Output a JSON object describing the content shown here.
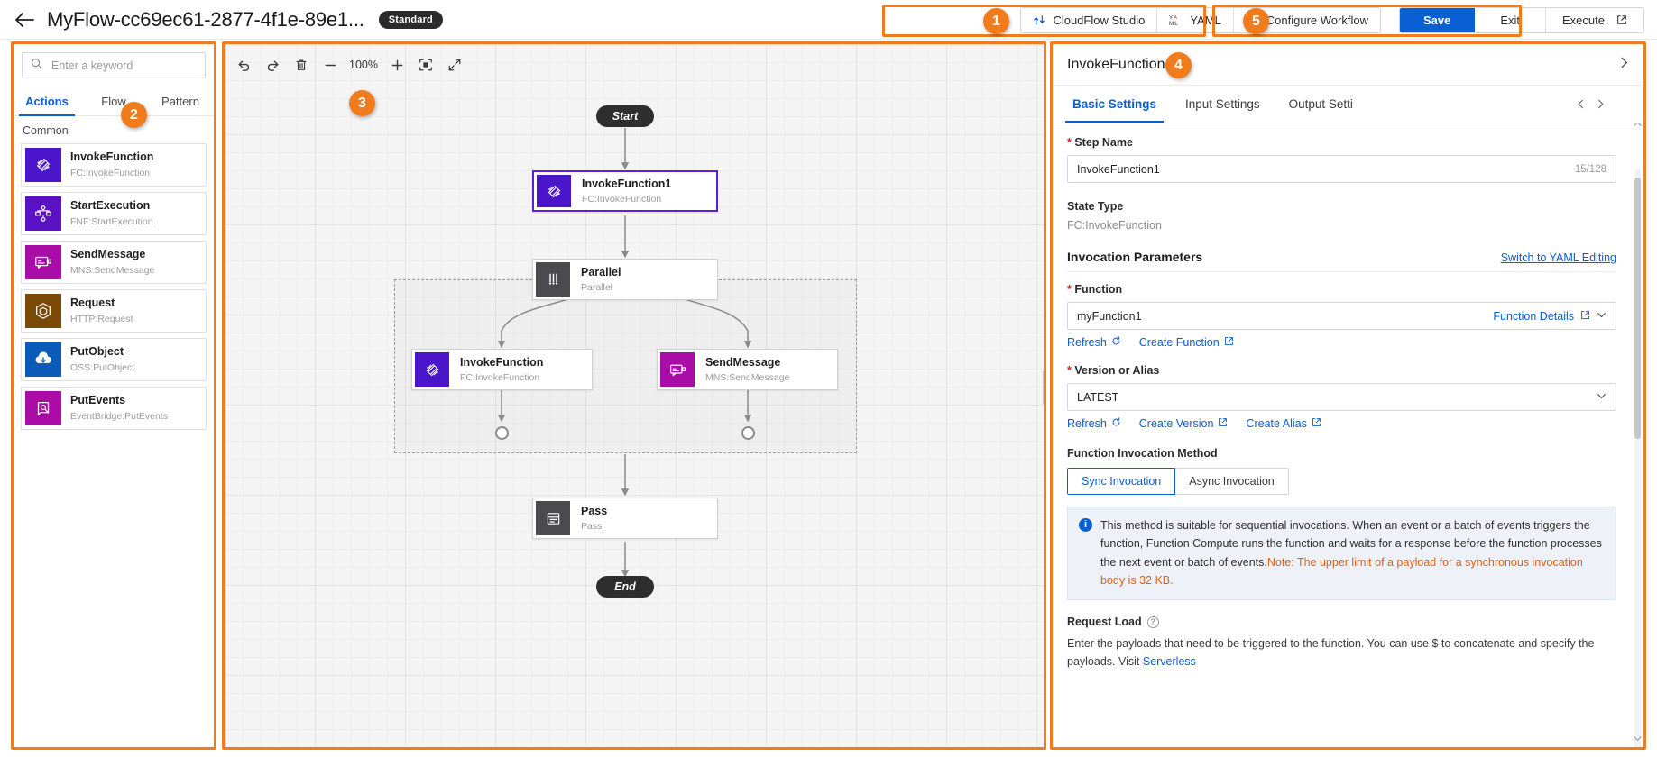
{
  "topbar": {
    "back_icon": "arrow-left-icon",
    "title": "MyFlow-cc69ec61-2877-4f1e-89e1...",
    "badge": "Standard",
    "group1": [
      {
        "label": "CloudFlow Studio",
        "icon": "cloudflow-studio-icon"
      },
      {
        "label": "YAML",
        "icon": "yaml-icon"
      },
      {
        "label": "Configure Workflow",
        "icon": "sliders-icon"
      }
    ],
    "group2": [
      {
        "label": "Save",
        "icon": "",
        "primary": true
      },
      {
        "label": "Exit",
        "icon": ""
      },
      {
        "label": "Execute",
        "icon": "external-link-icon"
      }
    ]
  },
  "annotations": [
    {
      "num": "1"
    },
    {
      "num": "2"
    },
    {
      "num": "3"
    },
    {
      "num": "4"
    },
    {
      "num": "5"
    }
  ],
  "left_panel": {
    "search": {
      "placeholder": "Enter a keyword",
      "value": "",
      "icon": "search-icon"
    },
    "tabs": [
      {
        "label": "Actions",
        "active": true
      },
      {
        "label": "Flow",
        "active": false
      },
      {
        "label": "Pattern",
        "active": false
      }
    ],
    "group_label": "Common",
    "actions": [
      {
        "name": "InvokeFunction",
        "sub": "FC:InvokeFunction",
        "color": "#4b16c9",
        "icon": "invoke-function-icon"
      },
      {
        "name": "StartExecution",
        "sub": "FNF:StartExecution",
        "color": "#5b11c4",
        "icon": "start-execution-icon"
      },
      {
        "name": "SendMessage",
        "sub": "MNS:SendMessage",
        "color": "#aa0ca8",
        "icon": "send-message-icon"
      },
      {
        "name": "Request",
        "sub": "HTTP:Request",
        "color": "#7a4a06",
        "icon": "http-request-icon"
      },
      {
        "name": "PutObject",
        "sub": "OSS:PutObject",
        "color": "#0b5cb8",
        "icon": "put-object-icon"
      },
      {
        "name": "PutEvents",
        "sub": "EventBridge:PutEvents",
        "color": "#ab0ca6",
        "icon": "put-events-icon"
      }
    ]
  },
  "canvas": {
    "toolbar": {
      "undo": "undo-icon",
      "redo": "redo-icon",
      "delete": "trash-icon",
      "zoom_out": "minus-icon",
      "zoom_level": "100%",
      "zoom_in": "plus-icon",
      "fit": "fit-screen-icon",
      "fullscreen": "expand-icon"
    },
    "start_label": "Start",
    "end_label": "End",
    "nodes": [
      {
        "name": "InvokeFunction1",
        "sub": "FC:InvokeFunction",
        "color": "#4b16c9",
        "icon": "invoke-function-icon",
        "selected": true
      },
      {
        "name": "Parallel",
        "sub": "Parallel",
        "color": "#4a4a4f",
        "icon": "parallel-icon",
        "selected": false
      },
      {
        "name": "InvokeFunction",
        "sub": "FC:InvokeFunction",
        "color": "#4b16c9",
        "icon": "invoke-function-icon",
        "selected": false
      },
      {
        "name": "SendMessage",
        "sub": "MNS:SendMessage",
        "color": "#aa0ca8",
        "icon": "send-message-icon",
        "selected": false
      },
      {
        "name": "Pass",
        "sub": "Pass",
        "color": "#4a4a4f",
        "icon": "pass-icon",
        "selected": false
      }
    ]
  },
  "right_panel": {
    "title": "InvokeFunction1",
    "collapse_icon": "chevron-right-icon",
    "tabs": [
      {
        "label": "Basic Settings",
        "active": true
      },
      {
        "label": "Input Settings",
        "active": false
      },
      {
        "label": "Output Setti",
        "active": false
      }
    ],
    "tab_prev_icon": "chevron-left-icon",
    "tab_next_icon": "chevron-right-icon",
    "step_name": {
      "label": "Step Name",
      "value": "InvokeFunction1",
      "counter": "15/128"
    },
    "state_type": {
      "label": "State Type",
      "value": "FC:InvokeFunction"
    },
    "invocation_parameters": {
      "title": "Invocation Parameters",
      "switch_link": "Switch to YAML Editing"
    },
    "function": {
      "label": "Function",
      "value": "myFunction1",
      "details_link": "Function Details",
      "details_icon": "external-link-icon",
      "dropdown_icon": "chevron-down-icon",
      "links": [
        {
          "label": "Refresh",
          "icon": "refresh-icon"
        },
        {
          "label": "Create Function",
          "icon": "external-link-icon"
        }
      ]
    },
    "version_or_alias": {
      "label": "Version or Alias",
      "value": "LATEST",
      "dropdown_icon": "chevron-down-icon",
      "links": [
        {
          "label": "Refresh",
          "icon": "refresh-icon"
        },
        {
          "label": "Create Version",
          "icon": "external-link-icon"
        },
        {
          "label": "Create Alias",
          "icon": "external-link-icon"
        }
      ]
    },
    "invocation_method": {
      "label": "Function Invocation Method",
      "options": [
        {
          "label": "Sync Invocation",
          "selected": true
        },
        {
          "label": "Async Invocation",
          "selected": false
        }
      ]
    },
    "info": {
      "icon": "info-icon",
      "text": "This method is suitable for sequential invocations. When an event or a batch of events triggers the function, Function Compute runs the function and waits for a response before the function processes the next event or batch of events.",
      "warning": "Note: The upper limit of a payload for a synchronous invocation body is 32 KB."
    },
    "request_load": {
      "label": "Request Load",
      "help_icon": "help-icon",
      "text_before": "Enter the payloads that need to be triggered to the function. You can use $ to concatenate and specify the payloads. Visit ",
      "link": "Serverless"
    }
  }
}
